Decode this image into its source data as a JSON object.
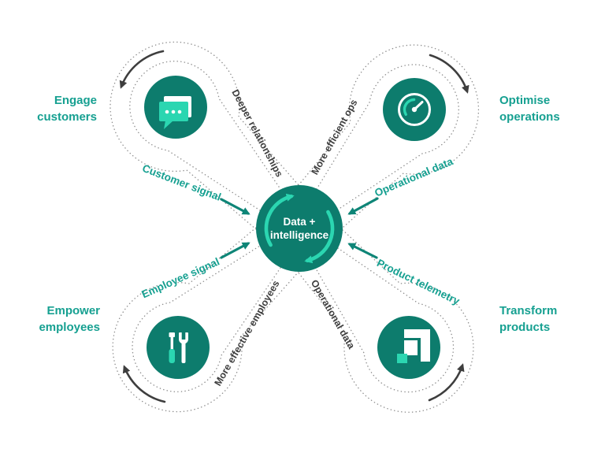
{
  "hub": {
    "line1": "Data +",
    "line2": "intelligence"
  },
  "nodes": {
    "engage": {
      "line1": "Engage",
      "line2": "customers"
    },
    "optimise": {
      "line1": "Optimise",
      "line2": "operations"
    },
    "empower": {
      "line1": "Empower",
      "line2": "employees"
    },
    "transform": {
      "line1": "Transform",
      "line2": "products"
    }
  },
  "flows": {
    "customer_signal": "Customer signal",
    "deeper_relationships": "Deeper relationships",
    "more_efficient_ops": "More efficient ops",
    "operational_data_top": "Operational data",
    "employee_signal": "Employee signal",
    "more_effective_employees": "More effective employees",
    "operational_data_bottom": "Operational data",
    "product_telemetry": "Product telemetry"
  },
  "colors": {
    "circle_teal": "#0D7C6D",
    "accent_light_teal": "#2BD6B1",
    "label_teal": "#16A091",
    "dark_gray": "#3E3E3E",
    "dotted_gray": "#8E8E8E"
  }
}
